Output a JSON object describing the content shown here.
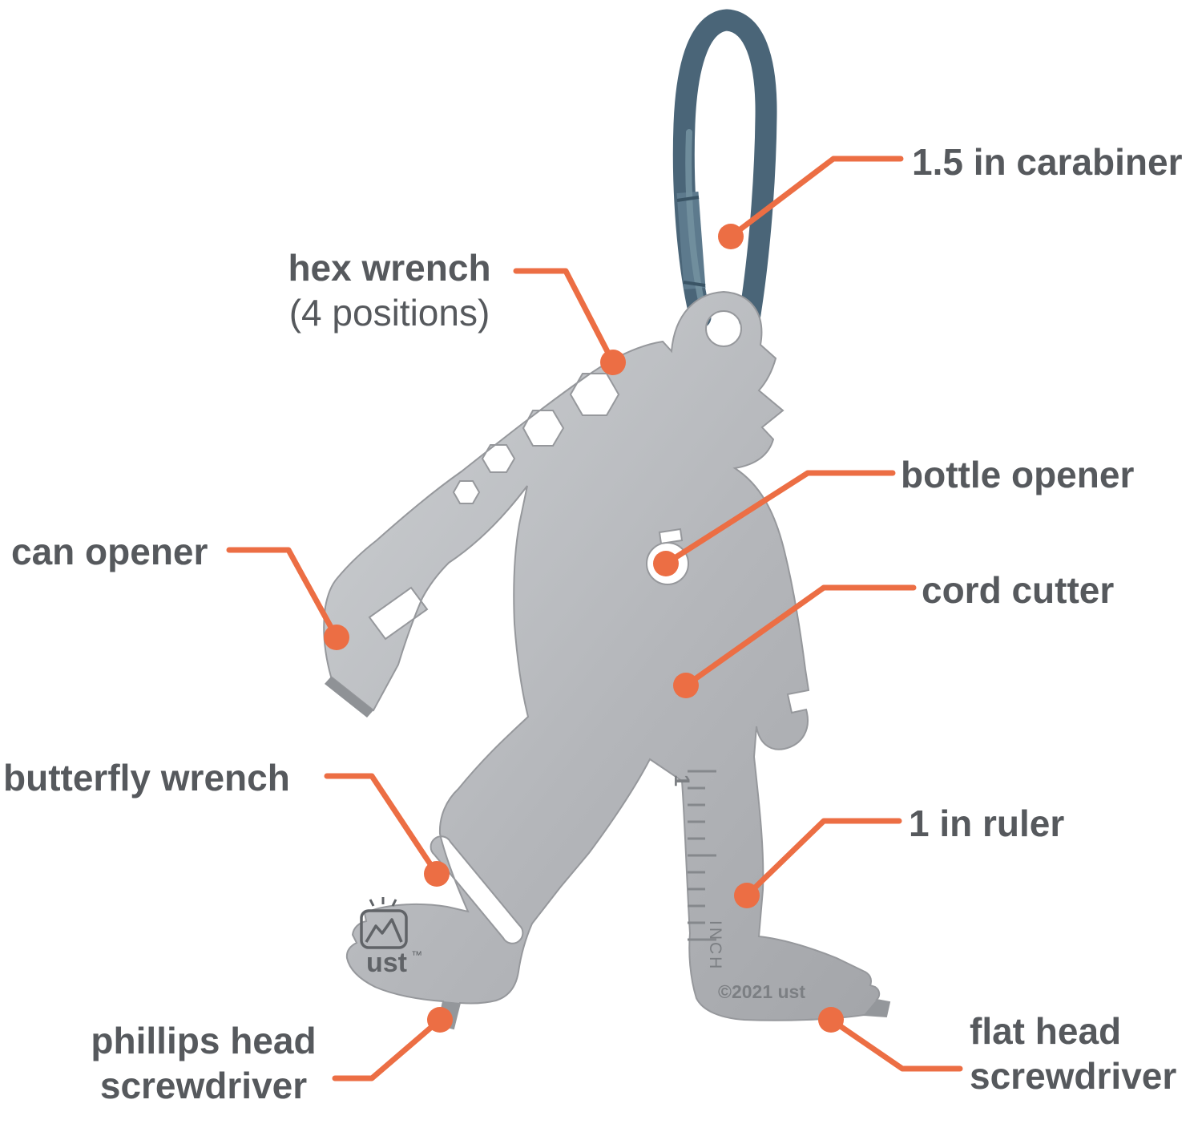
{
  "callouts": {
    "carabiner": {
      "label": "1.5 in carabiner"
    },
    "hex_wrench": {
      "label": "hex wrench",
      "sub": "(4 positions)"
    },
    "bottle_opener": {
      "label": "bottle opener"
    },
    "can_opener": {
      "label": "can opener"
    },
    "cord_cutter": {
      "label": "cord cutter"
    },
    "ruler": {
      "label": "1 in ruler"
    },
    "butterfly_wrench": {
      "label": "butterfly wrench"
    },
    "phillips": {
      "line1": "phillips head",
      "line2": "screwdriver"
    },
    "flat_head": {
      "line1": "flat head",
      "line2": "screwdriver"
    }
  },
  "engravings": {
    "ruler_one": "1",
    "ruler_inch": "INCH",
    "logo": "ust",
    "logo_tm": "™",
    "copyright": "©2021 ust"
  },
  "colors": {
    "accent_orange": "#EC6E44",
    "label_gray": "#56595d",
    "steel_gray": "#b4b6ba",
    "carabiner_blue": "#4A6578"
  }
}
